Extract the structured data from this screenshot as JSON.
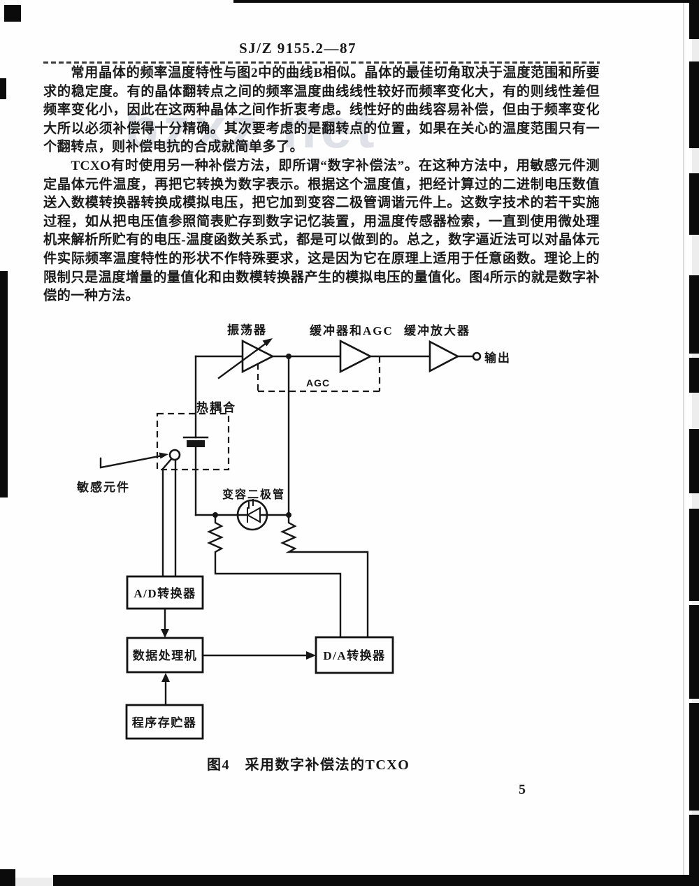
{
  "page": {
    "header_title": "SJ/Z 9155.2—87",
    "page_number": "5",
    "watermark": "bzxz.net",
    "colors": {
      "ink": "#161616",
      "paper": "#fefefe",
      "watermark": "#b0bac8"
    }
  },
  "body": {
    "paragraph1": "常用晶体的频率温度特性与图2中的曲线B相似。晶体的最佳切角取决于温度范围和所要求的稳定度。有的晶体翻转点之间的频率温度曲线线性较好而频率变化大，有的则线性差但频率变化小，因此在这两种晶体之间作折衷考虑。线性好的曲线容易补偿，但由于频率变化大所以必须补偿得十分精确。其次要考虑的是翻转点的位置，如果在关心的温度范围只有一个翻转点，则补偿电抗的合成就简单多了。",
    "paragraph2": "TCXO有时使用另一种补偿方法，即所谓“数字补偿法”。在这种方法中，用敏感元件测定晶体元件温度，再把它转换为数字表示。根据这个温度值，把经计算过的二进制电压数值送入数模转换器转换成模拟电压，把它加到变容二极管调谐元件上。这数字技术的若干实施过程，如从把电压值参照简表贮存到数字记忆装置，用温度传感器检索，一直到使用微处理机来解析所贮有的电压-温度函数关系式，都是可以做到的。总之，数字逼近法可以对晶体元件实际频率温度特性的形状不作特殊要求，这是因为它在原理上适用于任意函数。理论上的限制只是温度增量的量值化和由数模转换器产生的模拟电压的量值化。图4所示的就是数字补偿的一种方法。"
  },
  "diagram": {
    "caption": "图4　采用数字补偿法的TCXO",
    "labels": {
      "oscillator": "振荡器",
      "buffer_agc": "缓冲器和AGC",
      "buffer_amplifier": "缓冲放大器",
      "output": "输出",
      "agc": "AGC",
      "thermal_coupling": "热耦合",
      "sensing_element": "敏感元件",
      "varactor_diode": "变容二极管",
      "ad_converter": "A/D转换器",
      "data_processor": "数据处理机",
      "da_converter": "D/A转换器",
      "program_memory": "程序存贮器"
    }
  }
}
